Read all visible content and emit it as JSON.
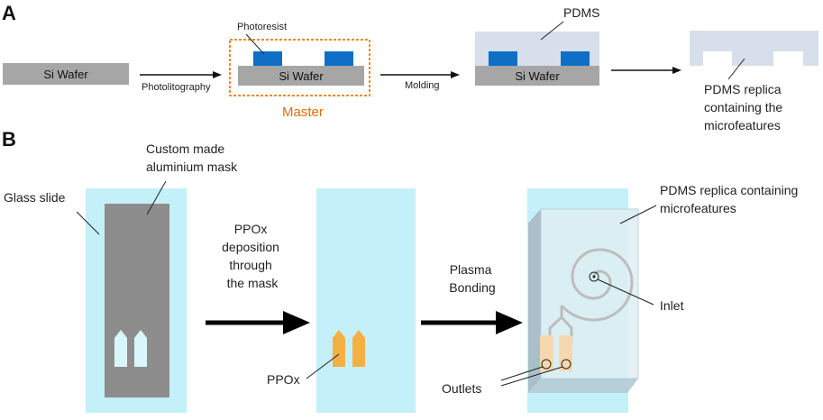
{
  "panel_a": {
    "letter": "A",
    "wafer_label": "Si Wafer",
    "photoresist_label": "Photoresist",
    "step1_label": "Photolitography",
    "master_label": "Master",
    "step2_label": "Molding",
    "pdms_label": "PDMS",
    "replica_label_lines": [
      "PDMS replica",
      "containing the",
      "microfeatures"
    ]
  },
  "panel_b": {
    "letter": "B",
    "mask_label_lines": [
      "Custom made",
      "aluminium mask"
    ],
    "glass_label": "Glass slide",
    "step1_label_lines": [
      "PPOx",
      "deposition",
      "through",
      "the mask"
    ],
    "ppox_label": "PPOx",
    "step2_label_lines": [
      "Plasma",
      "Bonding"
    ],
    "replica_label_lines": [
      "PDMS replica containing",
      "microfeatures"
    ],
    "inlet_label": "Inlet",
    "outlets_label": "Outlets"
  },
  "colors": {
    "wafer": "#a6a6a6",
    "photoresist": "#0f6fc6",
    "pdms": "#d6dfea",
    "master_outline": "#e98b2a",
    "glass": "#c4f0f9",
    "mask": "#8d8d8d",
    "ppox": "#f5b043",
    "channel": "#bdbdbd"
  }
}
